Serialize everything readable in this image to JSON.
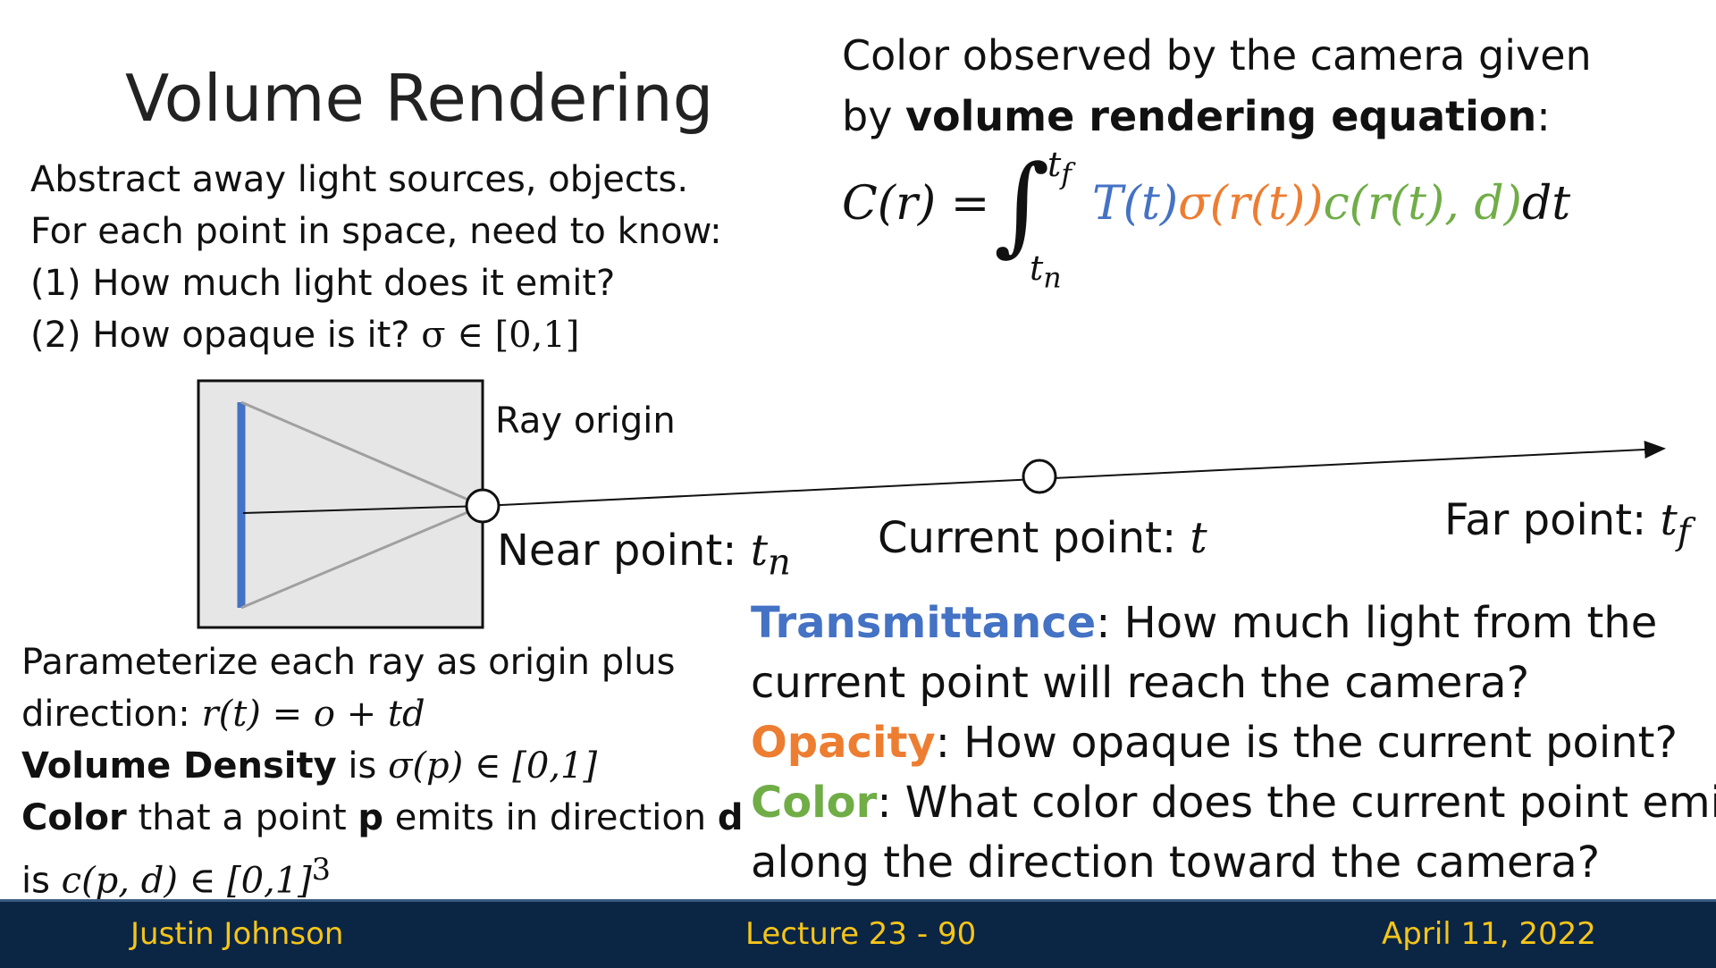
{
  "slide": {
    "title": "Volume Rendering",
    "intro": [
      "Abstract away light sources, objects.",
      "For each point in space, need to know:",
      "(1) How much light does it emit?",
      "(2) How opaque is it? "
    ],
    "intro_math": "σ ∈ [0,1]",
    "heading": {
      "line1": "Color observed by the camera given",
      "line2_prefix": "by ",
      "line2_bold": "volume rendering equation",
      "line2_suffix": ":"
    },
    "equation": {
      "lhs": "C(r) =",
      "integral": "∫",
      "upper": "t",
      "upper_sub": "f",
      "lower": "t",
      "lower_sub": "n",
      "transmittance_term": "T(t)",
      "opacity_term": "σ(r(t))",
      "color_term": "c(r(t), d)",
      "dt": "dt"
    },
    "diagram": {
      "ray_origin": "Ray origin",
      "near_point": "Near point: ",
      "near_symbol": "t",
      "near_sub": "n",
      "current_point": "Current point: ",
      "current_symbol": "t",
      "far_point": "Far point: ",
      "far_symbol": "t",
      "far_sub": "f"
    },
    "param": {
      "line1": "Parameterize each ray as origin plus",
      "line2_prefix": "direction: ",
      "line2_math": "r(t) = o + td",
      "line3_bold": "Volume Density",
      "line3_text": " is ",
      "line3_math": "σ(p) ∈ [0,1]",
      "line4_bold1": "Color",
      "line4_text1": " that a point ",
      "line4_bold2": "p",
      "line4_text2": " emits in direction ",
      "line4_bold3": "d",
      "line5_text": "is ",
      "line5_math": "c(p, d) ∈ [0,1]",
      "line5_sup": "3"
    },
    "definitions": {
      "transmittance_term": "Transmittance",
      "transmittance_text": ": How much light from the",
      "transmittance_text2": "current point will reach the camera?",
      "opacity_term": "Opacity",
      "opacity_text": ": How opaque is the current point?",
      "color_term": "Color",
      "color_text": ": What color does the current point emit",
      "color_text2": "along the direction toward the camera?"
    },
    "footer": {
      "author": "Justin Johnson",
      "lecture": "Lecture 23 -   90",
      "date": "April 11, 2022"
    },
    "colors": {
      "transmittance": "#4472c4",
      "opacity": "#ed7d31",
      "color": "#70ad47",
      "footer_bg": "#0b2545",
      "footer_text": "#f5c518",
      "camera_box": "#e6e6e6",
      "image_plane": "#4472c4"
    }
  }
}
